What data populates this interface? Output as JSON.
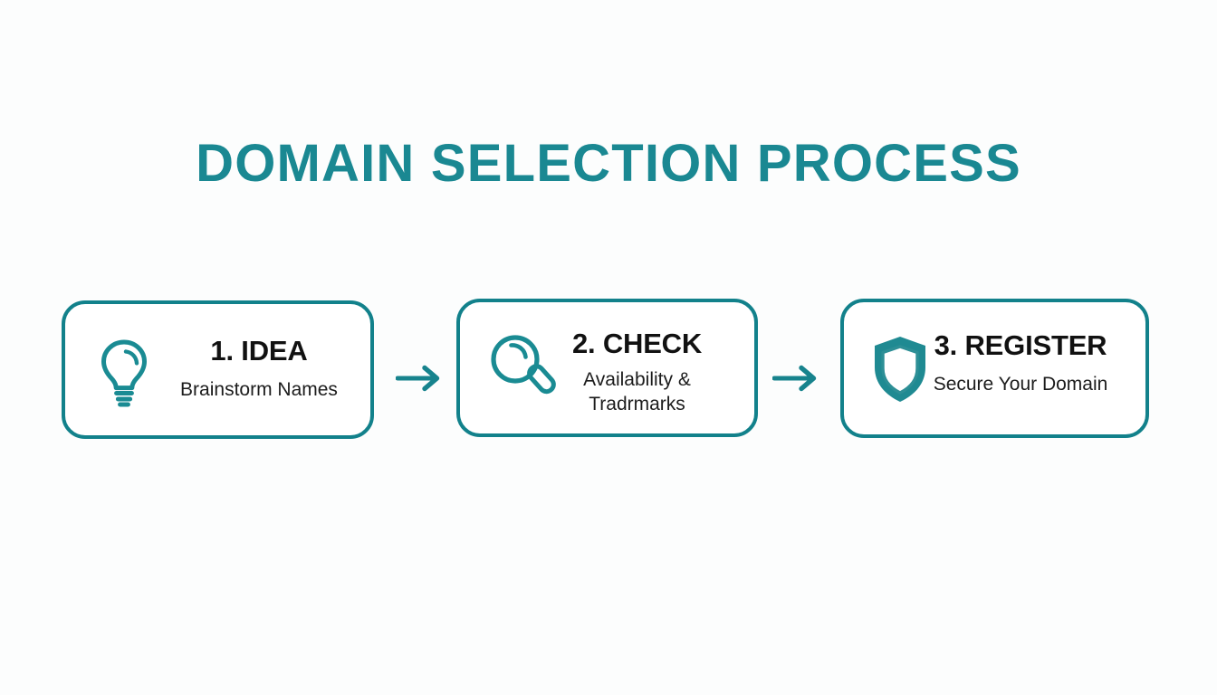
{
  "page": {
    "title": "DOMAIN SELECTION PROCESS",
    "background_color": "#fcfdfd",
    "accent_color": "#12818b",
    "title_color": "#1a8892",
    "text_color": "#111111"
  },
  "steps": [
    {
      "icon": "lightbulb-icon",
      "heading": "1. IDEA",
      "description": "Brainstorm Names"
    },
    {
      "icon": "magnifier-icon",
      "heading": "2. CHECK",
      "description_line1": "Availability &",
      "description_line2": "Tradrmarks"
    },
    {
      "icon": "shield-icon",
      "heading": "3. REGISTER",
      "description": "Secure Your Domain"
    }
  ],
  "connectors": [
    {
      "icon": "arrow-right-icon"
    },
    {
      "icon": "arrow-right-icon"
    }
  ]
}
